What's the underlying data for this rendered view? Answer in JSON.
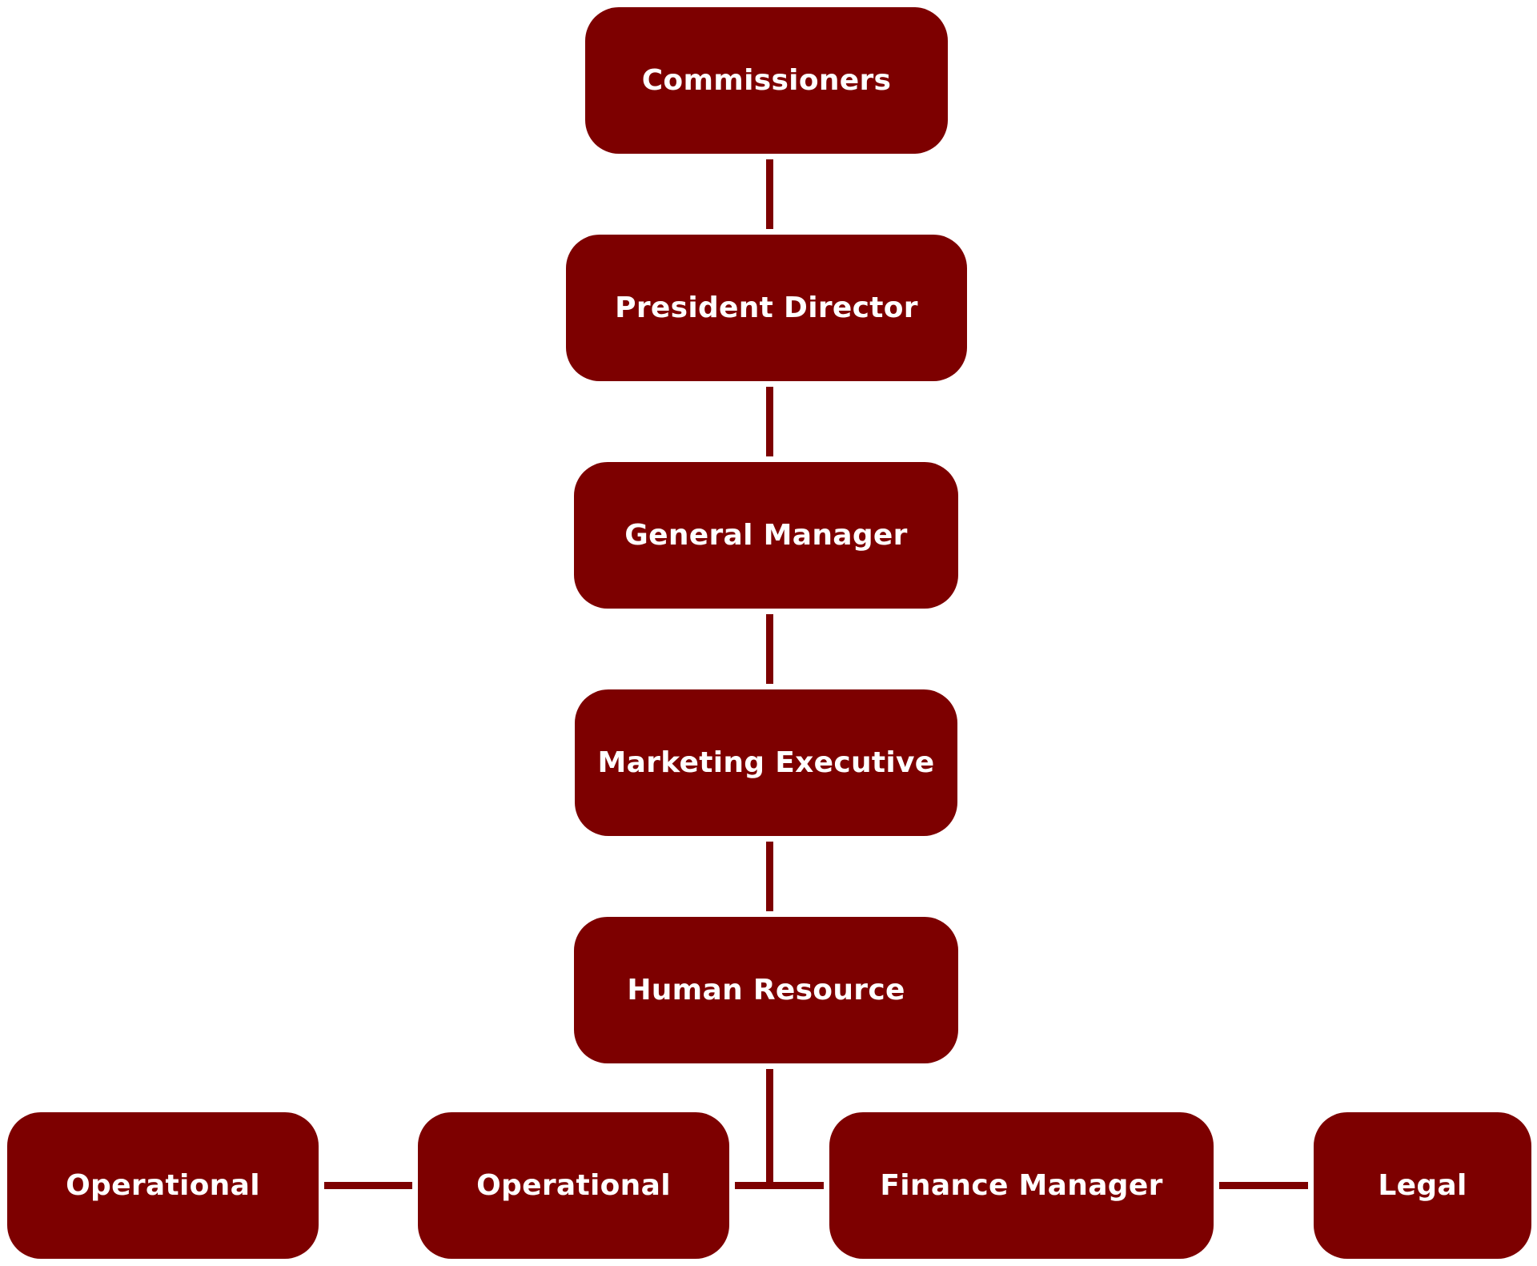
{
  "colors": {
    "node_fill": "#7d0000",
    "node_text": "#ffffff",
    "connector": "#7d0000",
    "background": "#ffffff"
  },
  "nodes": {
    "commissioners": "Commissioners",
    "president_director": "President Director",
    "general_manager": "General Manager",
    "marketing_executive": "Marketing Executive",
    "human_resource": "Human Resource",
    "operational_left": "Operational",
    "operational_right": "Operational",
    "finance_manager": "Finance Manager",
    "legal": "Legal"
  }
}
